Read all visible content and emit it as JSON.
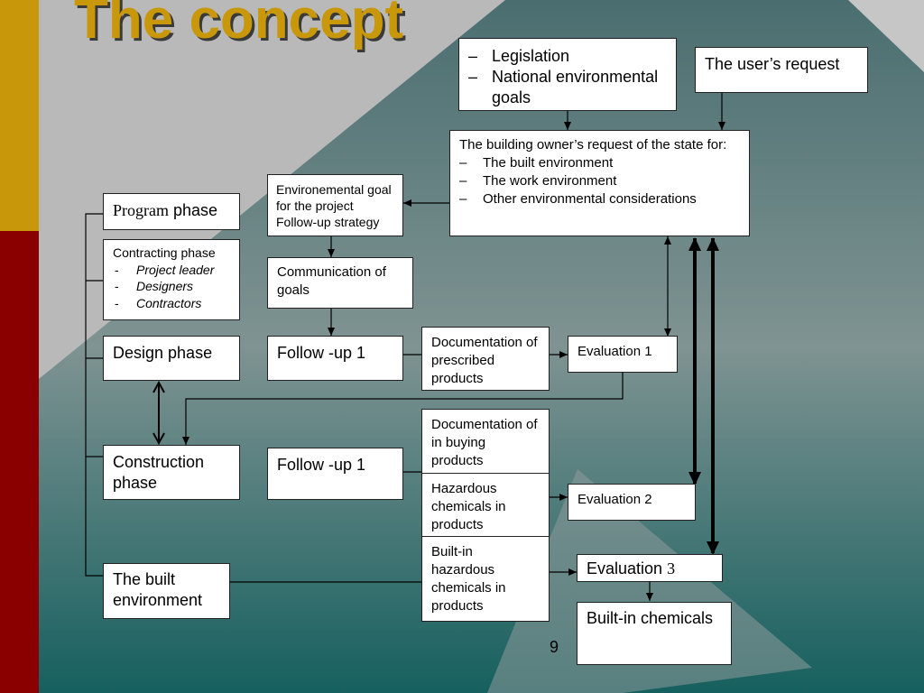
{
  "title": "The concept",
  "page_number": "9",
  "colors": {
    "title": "#c9980a",
    "sidebar_top": "#c9980a",
    "sidebar_bottom": "#8a0000",
    "background": "#5f7d7b"
  },
  "boxes": {
    "legislation": [
      "Legislation",
      "National environmental goals"
    ],
    "users_request": "The user’s request",
    "owners_request": {
      "intro": "The building owner’s request of the state for:",
      "items": [
        "The built environment",
        "The work environment",
        "Other environmental considerations"
      ]
    },
    "env_goal": "Environemental goal for the project Follow-up strategy",
    "program_phase": {
      "first": "Program",
      "second": " phase"
    },
    "contracting": {
      "title": "Contracting phase",
      "items": [
        "Project leader",
        "Designers",
        "Contractors"
      ]
    },
    "communication": "Communication of goals",
    "design_phase": "Design phase",
    "follow_up_design": "Follow -up 1",
    "doc_prescribed": "Documentation of prescribed products",
    "evaluation_1": "Evaluation 1",
    "construction_phase": "Construction phase",
    "follow_up_construction": "Follow -up 1",
    "doc_buying": "Documentation of in buying products",
    "hazardous": "Hazardous chemicals in products",
    "evaluation_2": "Evaluation 2",
    "built_environment": "The built environment",
    "built_in_hazardous": "Built-in hazardous chemicals in products",
    "evaluation_3": {
      "word": "Evaluation ",
      "num": "3"
    },
    "built_in_chemicals": "Built-in chemicals"
  }
}
